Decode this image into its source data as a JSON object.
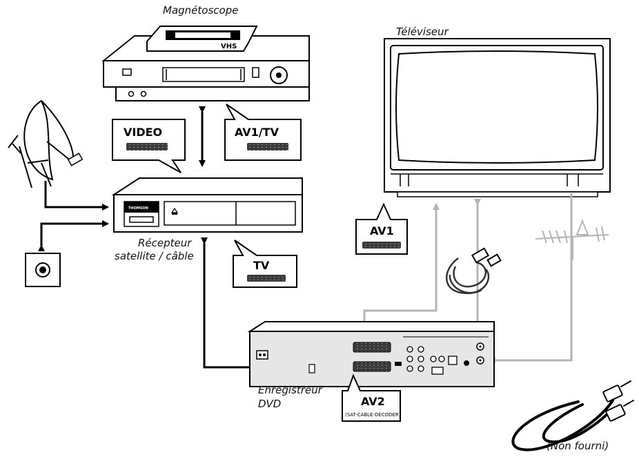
{
  "captions": {
    "vcr": "Magnétoscope",
    "tv": "Téléviseur",
    "receiver_line1": "Récepteur",
    "receiver_line2": "satellite / câble",
    "dvd_line1": "Enregistreur",
    "dvd_line2": "DVD",
    "not_supplied": "(Non fourni)"
  },
  "connector_labels": {
    "video": "VIDEO",
    "av1tv": "AV1/TV",
    "tv": "TV",
    "av1": "AV1",
    "av2": "AV2",
    "av2_sub": "(SAT-CABLE-DECODER)"
  },
  "device_text": {
    "vhs": "VHS",
    "thomson": "THOMSON"
  },
  "colors": {
    "line": "#000000",
    "gray_cable": "#b4b4b4",
    "panel": "#e6e6e6",
    "scart": "#3a3a3a"
  },
  "icons": [
    "satellite-dish-icon",
    "antenna-icon",
    "wall-socket-icon",
    "scart-cable-icon",
    "rca-cable-icon"
  ]
}
